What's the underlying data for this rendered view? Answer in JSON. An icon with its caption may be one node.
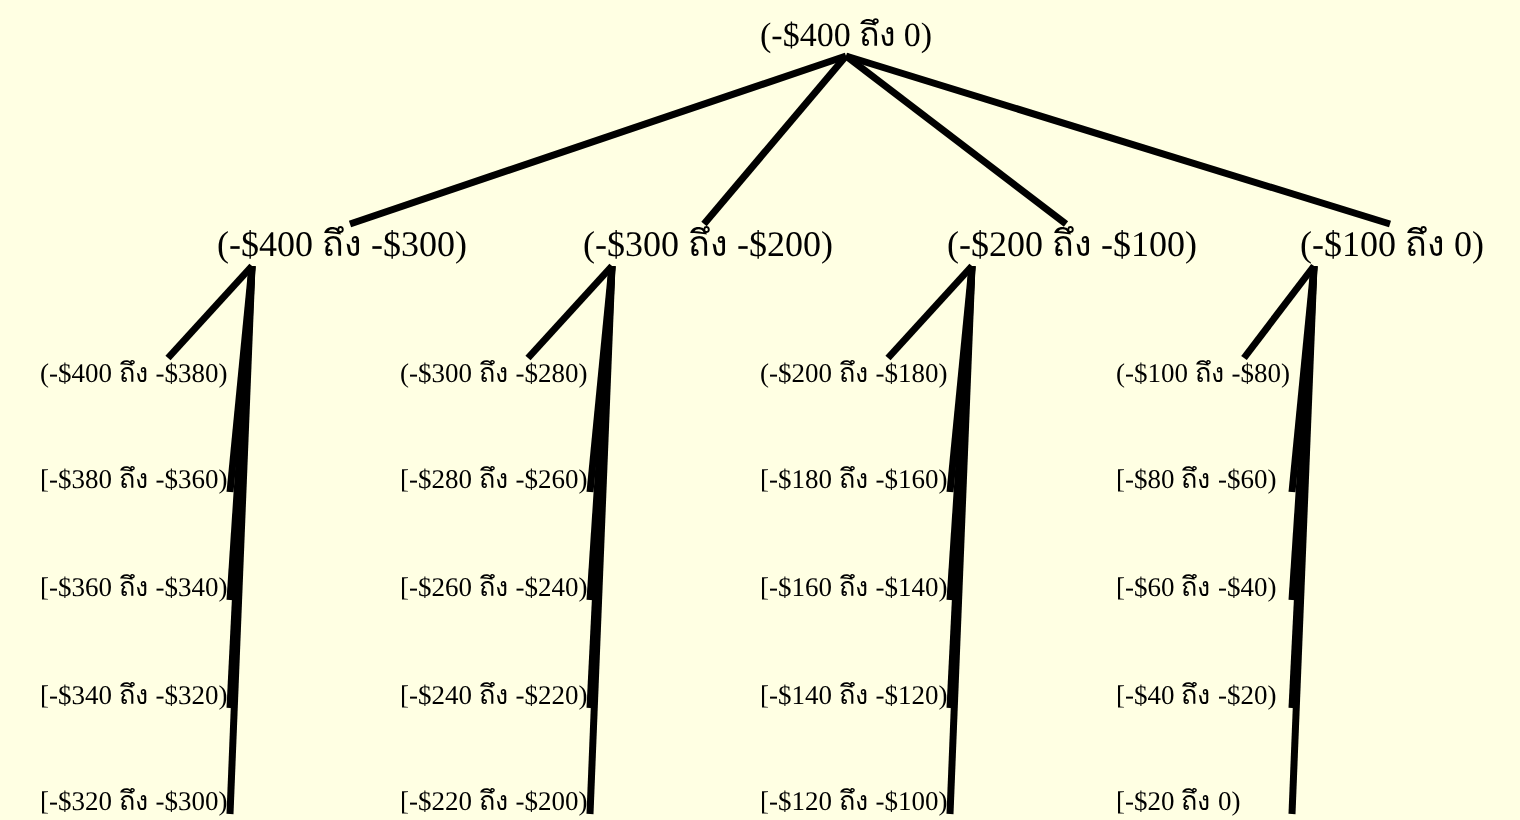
{
  "diagram": {
    "nodes": [
      {
        "text": [
          "(-$400 ถึง 0)"
        ]
      },
      {
        "text": [
          "(-$400 ถึง -$300)"
        ]
      },
      {
        "text": [
          "(-$300 ถึง -$200)"
        ]
      },
      {
        "text": [
          "(-$200 ถึง -$100)"
        ]
      },
      {
        "text": [
          "(-$100 ถึง 0)"
        ]
      },
      {
        "text": [
          "(-$400 ถึง -$380)"
        ]
      },
      {
        "text": [
          "[-$380 ถึง -$360)"
        ]
      },
      {
        "text": [
          "[-$360 ถึง -$340)"
        ]
      },
      {
        "text": [
          "[-$340 ถึง -$320)"
        ]
      },
      {
        "text": [
          "[-$320 ถึง -$300)"
        ]
      },
      {
        "text": [
          "(-$300 ถึง -$280)"
        ]
      },
      {
        "text": [
          "[-$280 ถึง -$260)"
        ]
      },
      {
        "text": [
          "[-$260 ถึง -$240)"
        ]
      },
      {
        "text": [
          "[-$240 ถึง -$220)"
        ]
      },
      {
        "text": [
          "[-$220 ถึง -$200)"
        ]
      },
      {
        "text": [
          "(-$200 ถึง -$180)"
        ]
      },
      {
        "text": [
          "[-$180 ถึง -$160)"
        ]
      },
      {
        "text": [
          "[-$160 ถึง -$140)"
        ]
      },
      {
        "text": [
          "[-$140 ถึง -$120)"
        ]
      },
      {
        "text": [
          "[-$120 ถึง -$100)"
        ]
      },
      {
        "text": [
          "(-$100 ถึง -$80)"
        ]
      },
      {
        "text": [
          "[-$80 ถึง -$60)"
        ]
      },
      {
        "text": [
          "[-$60 ถึง -$40)"
        ]
      },
      {
        "text": [
          "[-$40 ถึง -$20)"
        ]
      },
      {
        "text": [
          "[-$20 ถึง 0)"
        ]
      }
    ],
    "edges": [
      {
        "from": 0,
        "to": 1,
        "arrow": "none"
      },
      {
        "from": 0,
        "to": 2,
        "arrow": "none"
      },
      {
        "from": 0,
        "to": 3,
        "arrow": "none"
      },
      {
        "from": 0,
        "to": 4,
        "arrow": "none"
      },
      {
        "from": 1,
        "to": 5,
        "arrow": "none"
      },
      {
        "from": 1,
        "to": 6,
        "arrow": "none"
      },
      {
        "from": 1,
        "to": 7,
        "arrow": "none"
      },
      {
        "from": 1,
        "to": 8,
        "arrow": "none"
      },
      {
        "from": 1,
        "to": 9,
        "arrow": "none"
      },
      {
        "from": 2,
        "to": 10,
        "arrow": "none"
      },
      {
        "from": 2,
        "to": 11,
        "arrow": "none"
      },
      {
        "from": 2,
        "to": 12,
        "arrow": "none"
      },
      {
        "from": 2,
        "to": 13,
        "arrow": "none"
      },
      {
        "from": 2,
        "to": 14,
        "arrow": "none"
      },
      {
        "from": 3,
        "to": 15,
        "arrow": "none"
      },
      {
        "from": 3,
        "to": 16,
        "arrow": "none"
      },
      {
        "from": 3,
        "to": 17,
        "arrow": "none"
      },
      {
        "from": 3,
        "to": 18,
        "arrow": "none"
      },
      {
        "from": 3,
        "to": 19,
        "arrow": "none"
      },
      {
        "from": 4,
        "to": 20,
        "arrow": "none"
      },
      {
        "from": 4,
        "to": 21,
        "arrow": "none"
      },
      {
        "from": 4,
        "to": 22,
        "arrow": "none"
      },
      {
        "from": 4,
        "to": 23,
        "arrow": "none"
      },
      {
        "from": 4,
        "to": 24,
        "arrow": "none"
      }
    ]
  }
}
